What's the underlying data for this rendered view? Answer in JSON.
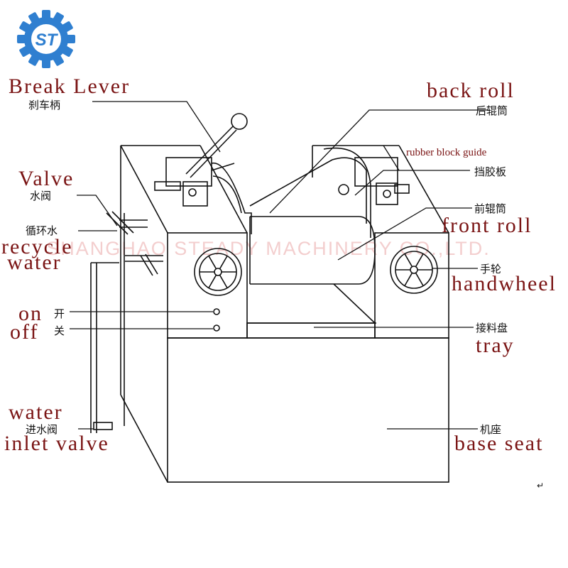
{
  "colors": {
    "label": "#7a1414",
    "line": "#111111",
    "logo_outer": "#2f7fd0",
    "logo_inner": "#ffffff",
    "watermark": "#f2c6c6"
  },
  "logo": {
    "letters": "ST"
  },
  "watermark": "SHANGHAO STEADY MACHINERY CO.,LTD.",
  "labels": {
    "break_lever_en": "Break Lever",
    "break_lever_cn": "刹车柄",
    "back_roll_en": "back roll",
    "back_roll_cn": "后辊筒",
    "rubber_block_guide_en": "rubber block guide",
    "rubber_block_guide_cn": "挡胶板",
    "valve_en": "Valve",
    "valve_cn": "水阀",
    "recycle_water_cn": "循环水",
    "recycle_en": "recycle",
    "water_en": "water",
    "front_roll_cn": "前辊筒",
    "front_roll_en": "front roll",
    "handwheel_cn": "手轮",
    "handwheel_en": "handwheel",
    "on_en": "on",
    "on_cn": "开",
    "off_en": "off",
    "off_cn": "关",
    "tray_cn": "接料盘",
    "tray_en": "tray",
    "water_inlet_water_en": "water",
    "water_inlet_cn": "进水阀",
    "inlet_valve_en": "inlet valve",
    "base_seat_cn": "机座",
    "base_seat_en": "base seat",
    "end_mark": "↵"
  }
}
